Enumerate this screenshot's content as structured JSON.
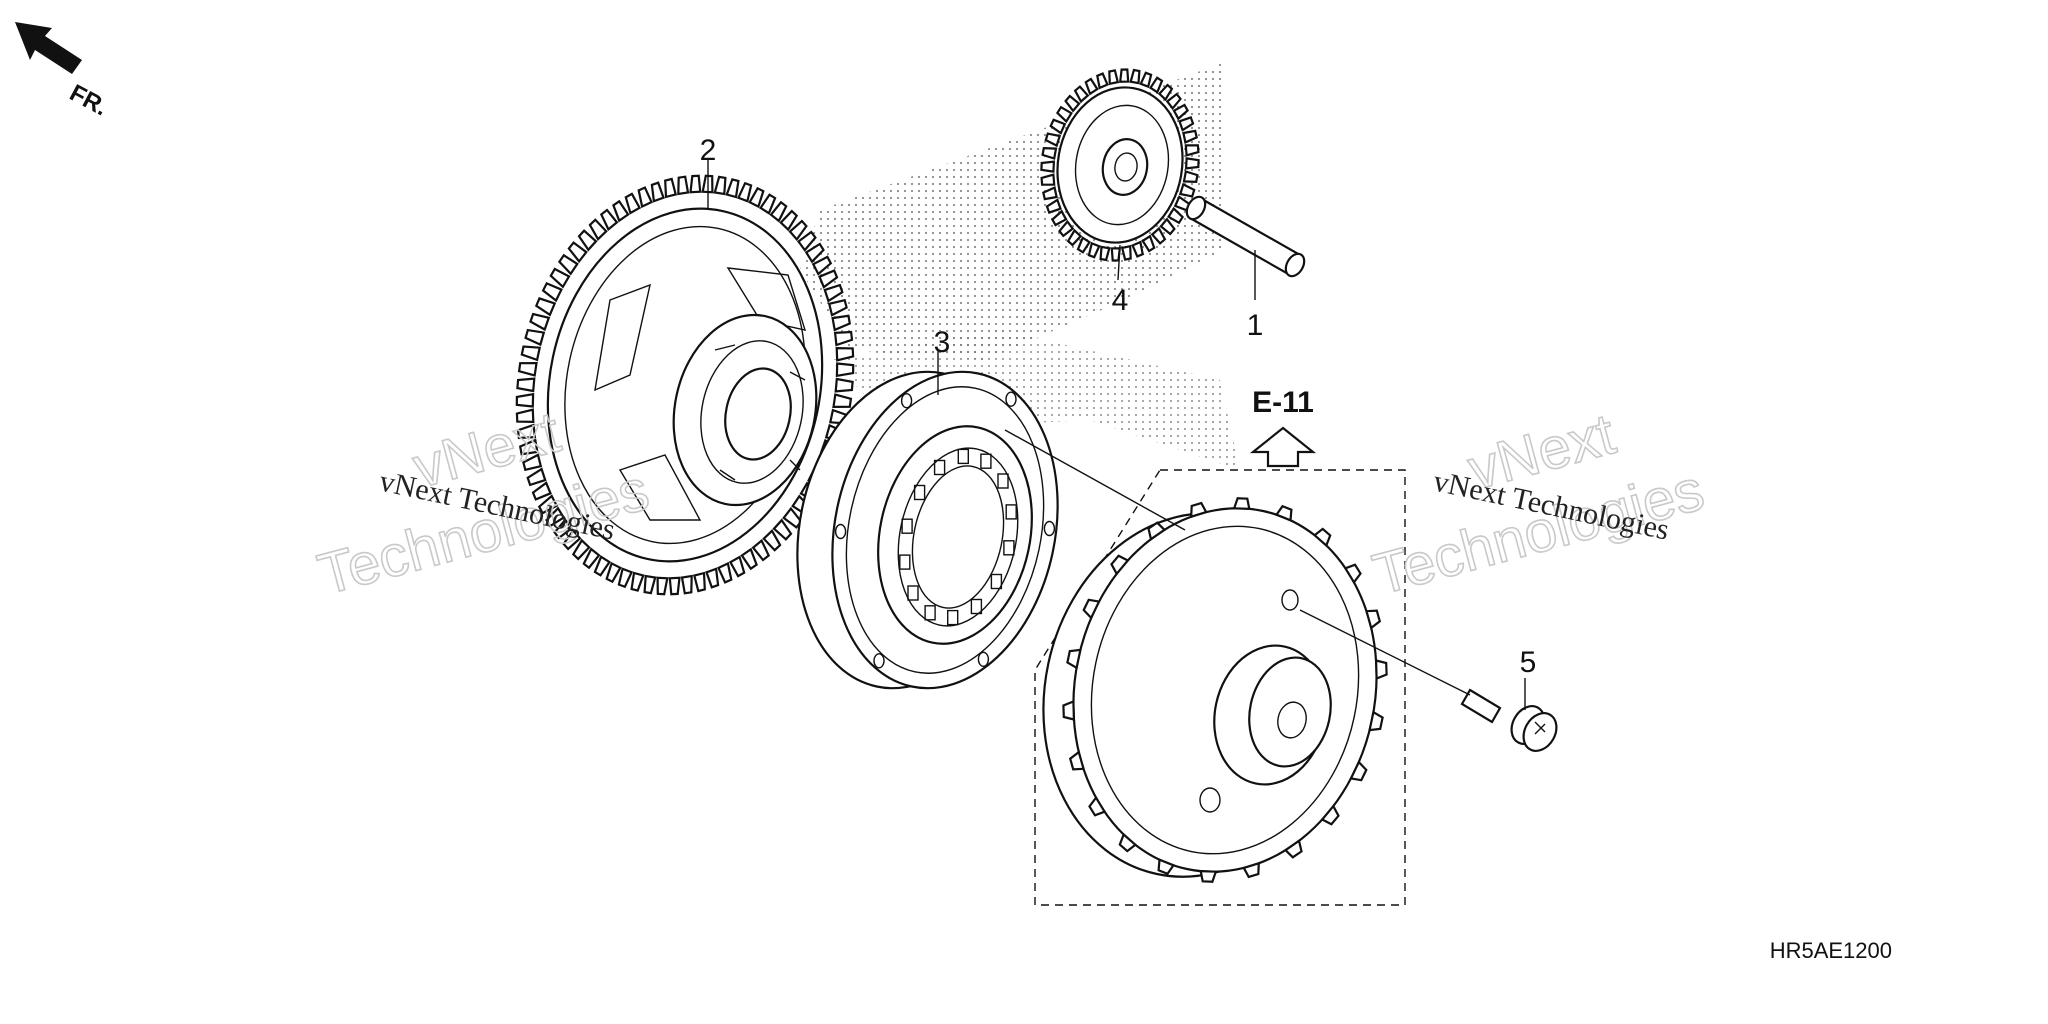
{
  "diagram": {
    "orientation_label": "FR.",
    "reference_label": "E-11",
    "diagram_code": "HR5AE1200",
    "callouts": [
      {
        "id": "c1",
        "text": "1"
      },
      {
        "id": "c2",
        "text": "2"
      },
      {
        "id": "c3",
        "text": "3"
      },
      {
        "id": "c4",
        "text": "4"
      },
      {
        "id": "c5",
        "text": "5"
      }
    ],
    "watermark": {
      "line_small": "vNext Technologies",
      "line_big_1": "vNext",
      "line_big_2": "Technologies"
    }
  }
}
